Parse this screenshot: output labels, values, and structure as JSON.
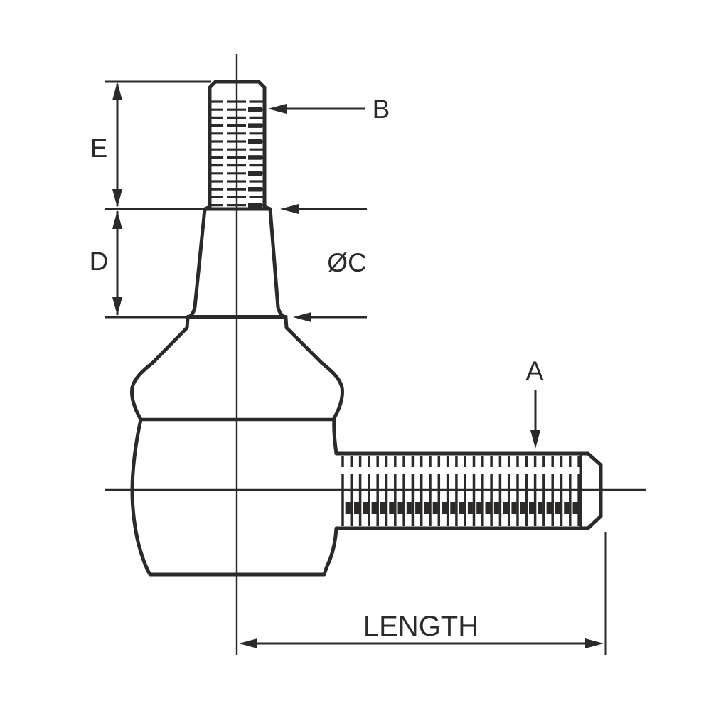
{
  "colors": {
    "line": "#2b2a28",
    "background": "#ffffff"
  },
  "labels": {
    "stud_thread": "B",
    "shaft_thread": "A",
    "taper_diameter": "ØC",
    "taper_length": "D",
    "stud_length": "E",
    "overall_length": "LENGTH"
  }
}
